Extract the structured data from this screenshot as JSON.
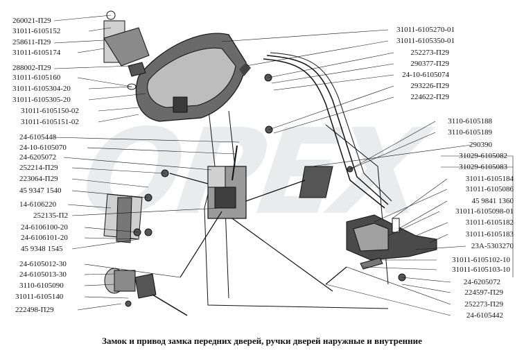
{
  "caption": "Замок и привод замка передних дверей, ручки дверей наружные и внутренние",
  "watermark": "OPEX",
  "labels": {
    "l01": "260021-П29",
    "l02": "31011-6105152",
    "l03": "258611-П29",
    "l04": "31011-6105174",
    "l05": "288002-П29",
    "l06": "31011-6105160",
    "l07": "31011-6105304-20",
    "l08": "31011-6105305-20",
    "l09": "31011-6105150-02",
    "l10": "31011-6105151-02",
    "l11": "24-6105448",
    "l12": "24-10-6105070",
    "l13": "24-6205072",
    "l14": "252214-П29",
    "l15": "223064-П29",
    "l16": "45 9347 1540",
    "l17": "14-6106220",
    "l18": "252135-П2",
    "l19": "24-6106100-20",
    "l20": "24-6106101-20",
    "l21": "45 9348 1545",
    "l22": "24-6105012-30",
    "l23": "24-6105013-30",
    "l24": "3110-6105090",
    "l25": "31011-6105140",
    "l26": "222498-П29",
    "r01": "31011-6105270-01",
    "r02": "31011-6105350-01",
    "r03": "252273-П29",
    "r04": "290377-П29",
    "r05": "24-10-6105074",
    "r06": "293226-П29",
    "r07": "224622-П29",
    "r08": "3110-6105188",
    "r09": "3110-6105189",
    "r10": "290390",
    "r11": "31029-6105082",
    "r12": "31029-6105083",
    "r13": "31011-6105184",
    "r14": "31011-6105086",
    "r15": "45 9841 1360",
    "r16": "31011-6105098-01",
    "r17": "31011-6105182",
    "r18": "31011-6105183",
    "r19": "23А-5303270",
    "r20": "31011-6105102-10",
    "r21": "31011-6105103-10",
    "r22": "24-6205072",
    "r23": "224597-П29",
    "r24": "252273-П29",
    "r25": "24-6105442"
  }
}
